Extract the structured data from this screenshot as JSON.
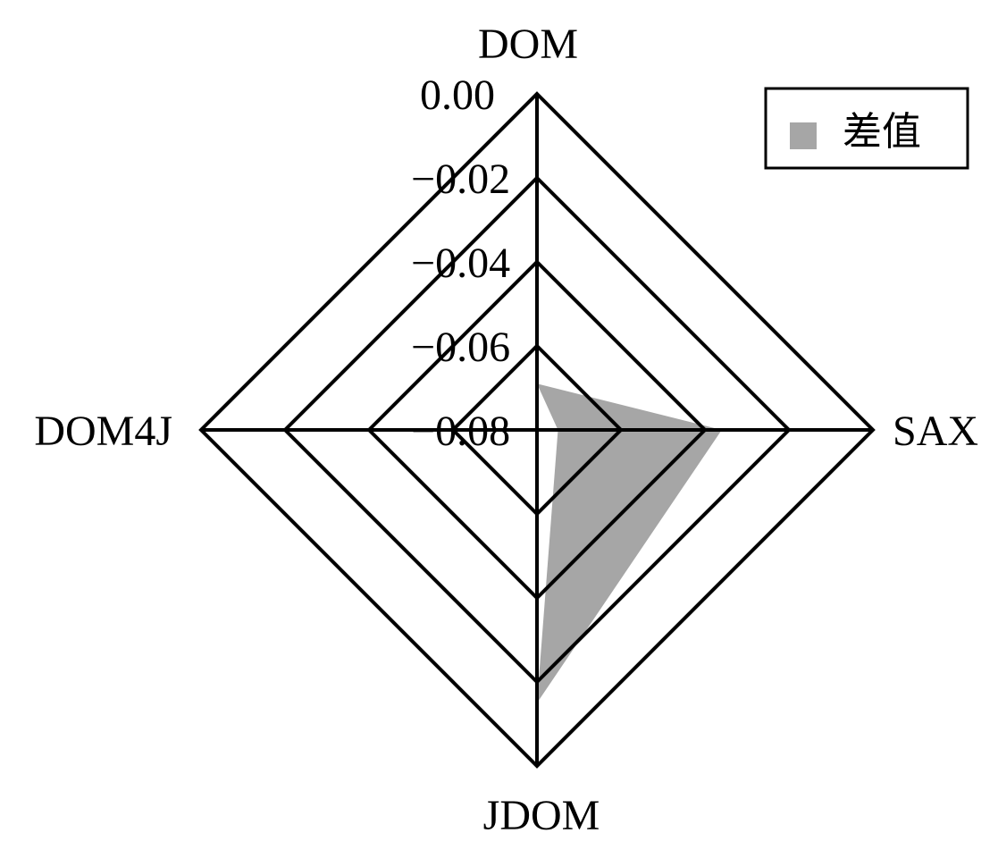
{
  "chart_data": {
    "type": "radar",
    "axes": [
      "DOM",
      "SAX",
      "JDOM",
      "DOM4J"
    ],
    "radial_ticks": [
      "0.00",
      "−0.02",
      "−0.04",
      "−0.06",
      "−0.08"
    ],
    "range": [
      -0.08,
      0.0
    ],
    "series": [
      {
        "name": "差值",
        "values": [
          -0.069,
          -0.036,
          -0.015,
          -0.085
        ],
        "color": "#a6a6a6"
      }
    ],
    "legend": {
      "position": "top-right"
    },
    "grid": true
  }
}
